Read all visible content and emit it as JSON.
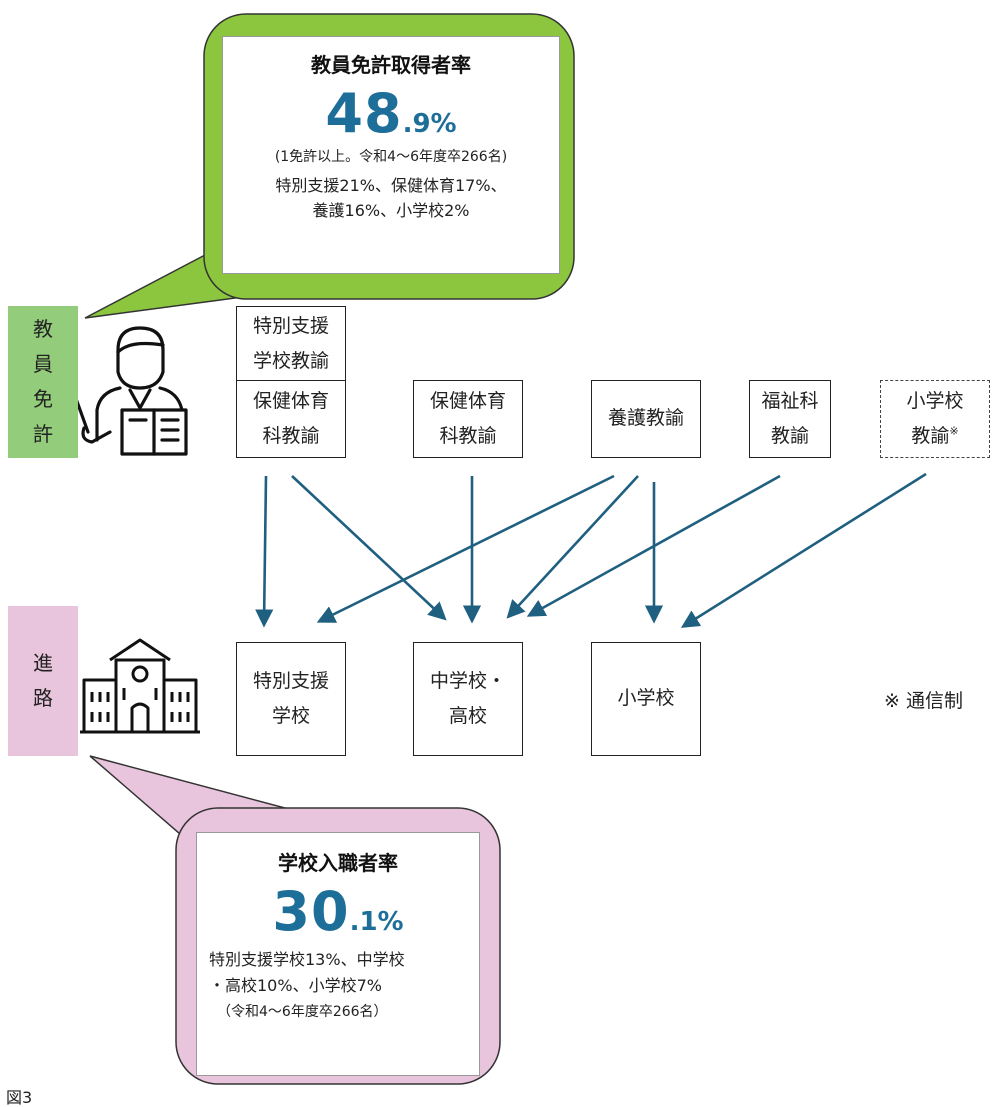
{
  "license_callout": {
    "title": "教員免許取得者率",
    "rate_int": "48",
    "rate_dec": ".9%",
    "note": "(1免許以上。令和4～6年度卒266名)",
    "detail_line1": "特別支援21%、保健体育17%、",
    "detail_line2": "養護16%、小学校2%"
  },
  "side_labels": {
    "license": [
      "教",
      "員",
      "免",
      "許"
    ],
    "career": [
      "進",
      "路"
    ]
  },
  "licenses": [
    {
      "line1": "特別支援",
      "line2": "学校教諭"
    },
    {
      "line1": "保健体育",
      "line2": "科教諭"
    },
    {
      "line1": "保健体育",
      "line2": "科教諭"
    },
    {
      "line1": "養護教諭",
      "line2": ""
    },
    {
      "line1": "福祉科",
      "line2": "教諭"
    },
    {
      "line1": "小学校",
      "line2": "教諭",
      "mark": "※"
    }
  ],
  "schools": [
    {
      "line1": "特別支援",
      "line2": "学校"
    },
    {
      "line1": "中学校・",
      "line2": "高校"
    },
    {
      "line1": "小学校",
      "line2": ""
    }
  ],
  "footnote": "※ 通信制",
  "career_callout": {
    "title": "学校入職者率",
    "rate_int": "30",
    "rate_dec": ".1%",
    "detail_line1": "特別支援学校13%、中学校",
    "detail_line2": "・高校10%、小学校7%",
    "note": "（令和4～6年度卒266名）"
  },
  "figure_label": "図3",
  "colors": {
    "green": "#8cc63f",
    "green_label": "#93cc7a",
    "pink": "#e8c4dd",
    "pink_label": "#e8c4dd",
    "arrow": "#1f5f80",
    "number": "#1d6e98"
  },
  "icons": [
    "teacher-icon",
    "school-building-icon"
  ]
}
